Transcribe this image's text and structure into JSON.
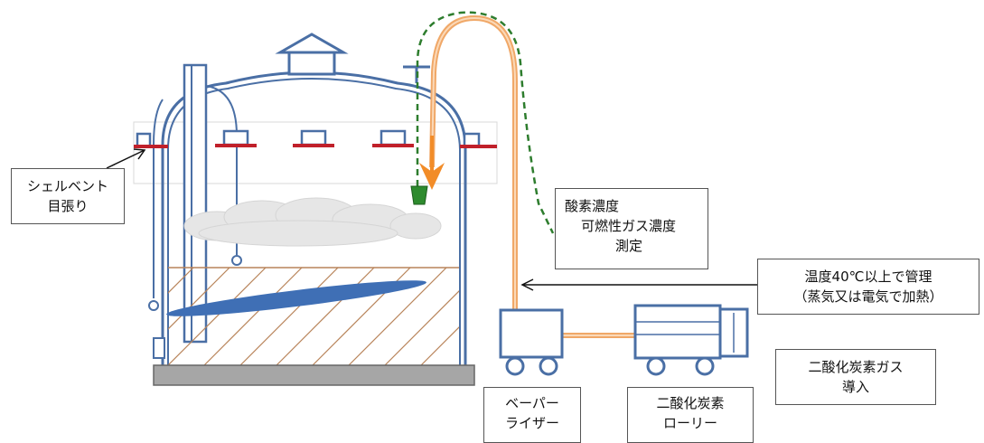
{
  "labels": {
    "shell_vent": [
      "シェルベント",
      "目張り"
    ],
    "measurement": [
      "酸素濃度",
      "可燃性ガス濃度",
      "測定"
    ],
    "temperature": [
      "温度40℃以上で管理",
      "（蒸気又は電気で加熱）"
    ],
    "co2_gas": [
      "二酸化炭素ガス",
      "導入"
    ],
    "vaporizer": [
      "ベーパー",
      "ライザー"
    ],
    "co2_lorry": [
      "二酸化炭素",
      "ローリー"
    ]
  },
  "colors": {
    "tank_line": "#4a6fa5",
    "hose": "#f0a868",
    "hose_arrow": "#f28c28",
    "dashed_line": "#2e7d2e",
    "vent_red": "#c0202a",
    "sludge": "#b8845a",
    "oil_ellipse": "#3f6fb5",
    "base": "#a6a6a6",
    "cloud": "#e6e6e6"
  }
}
